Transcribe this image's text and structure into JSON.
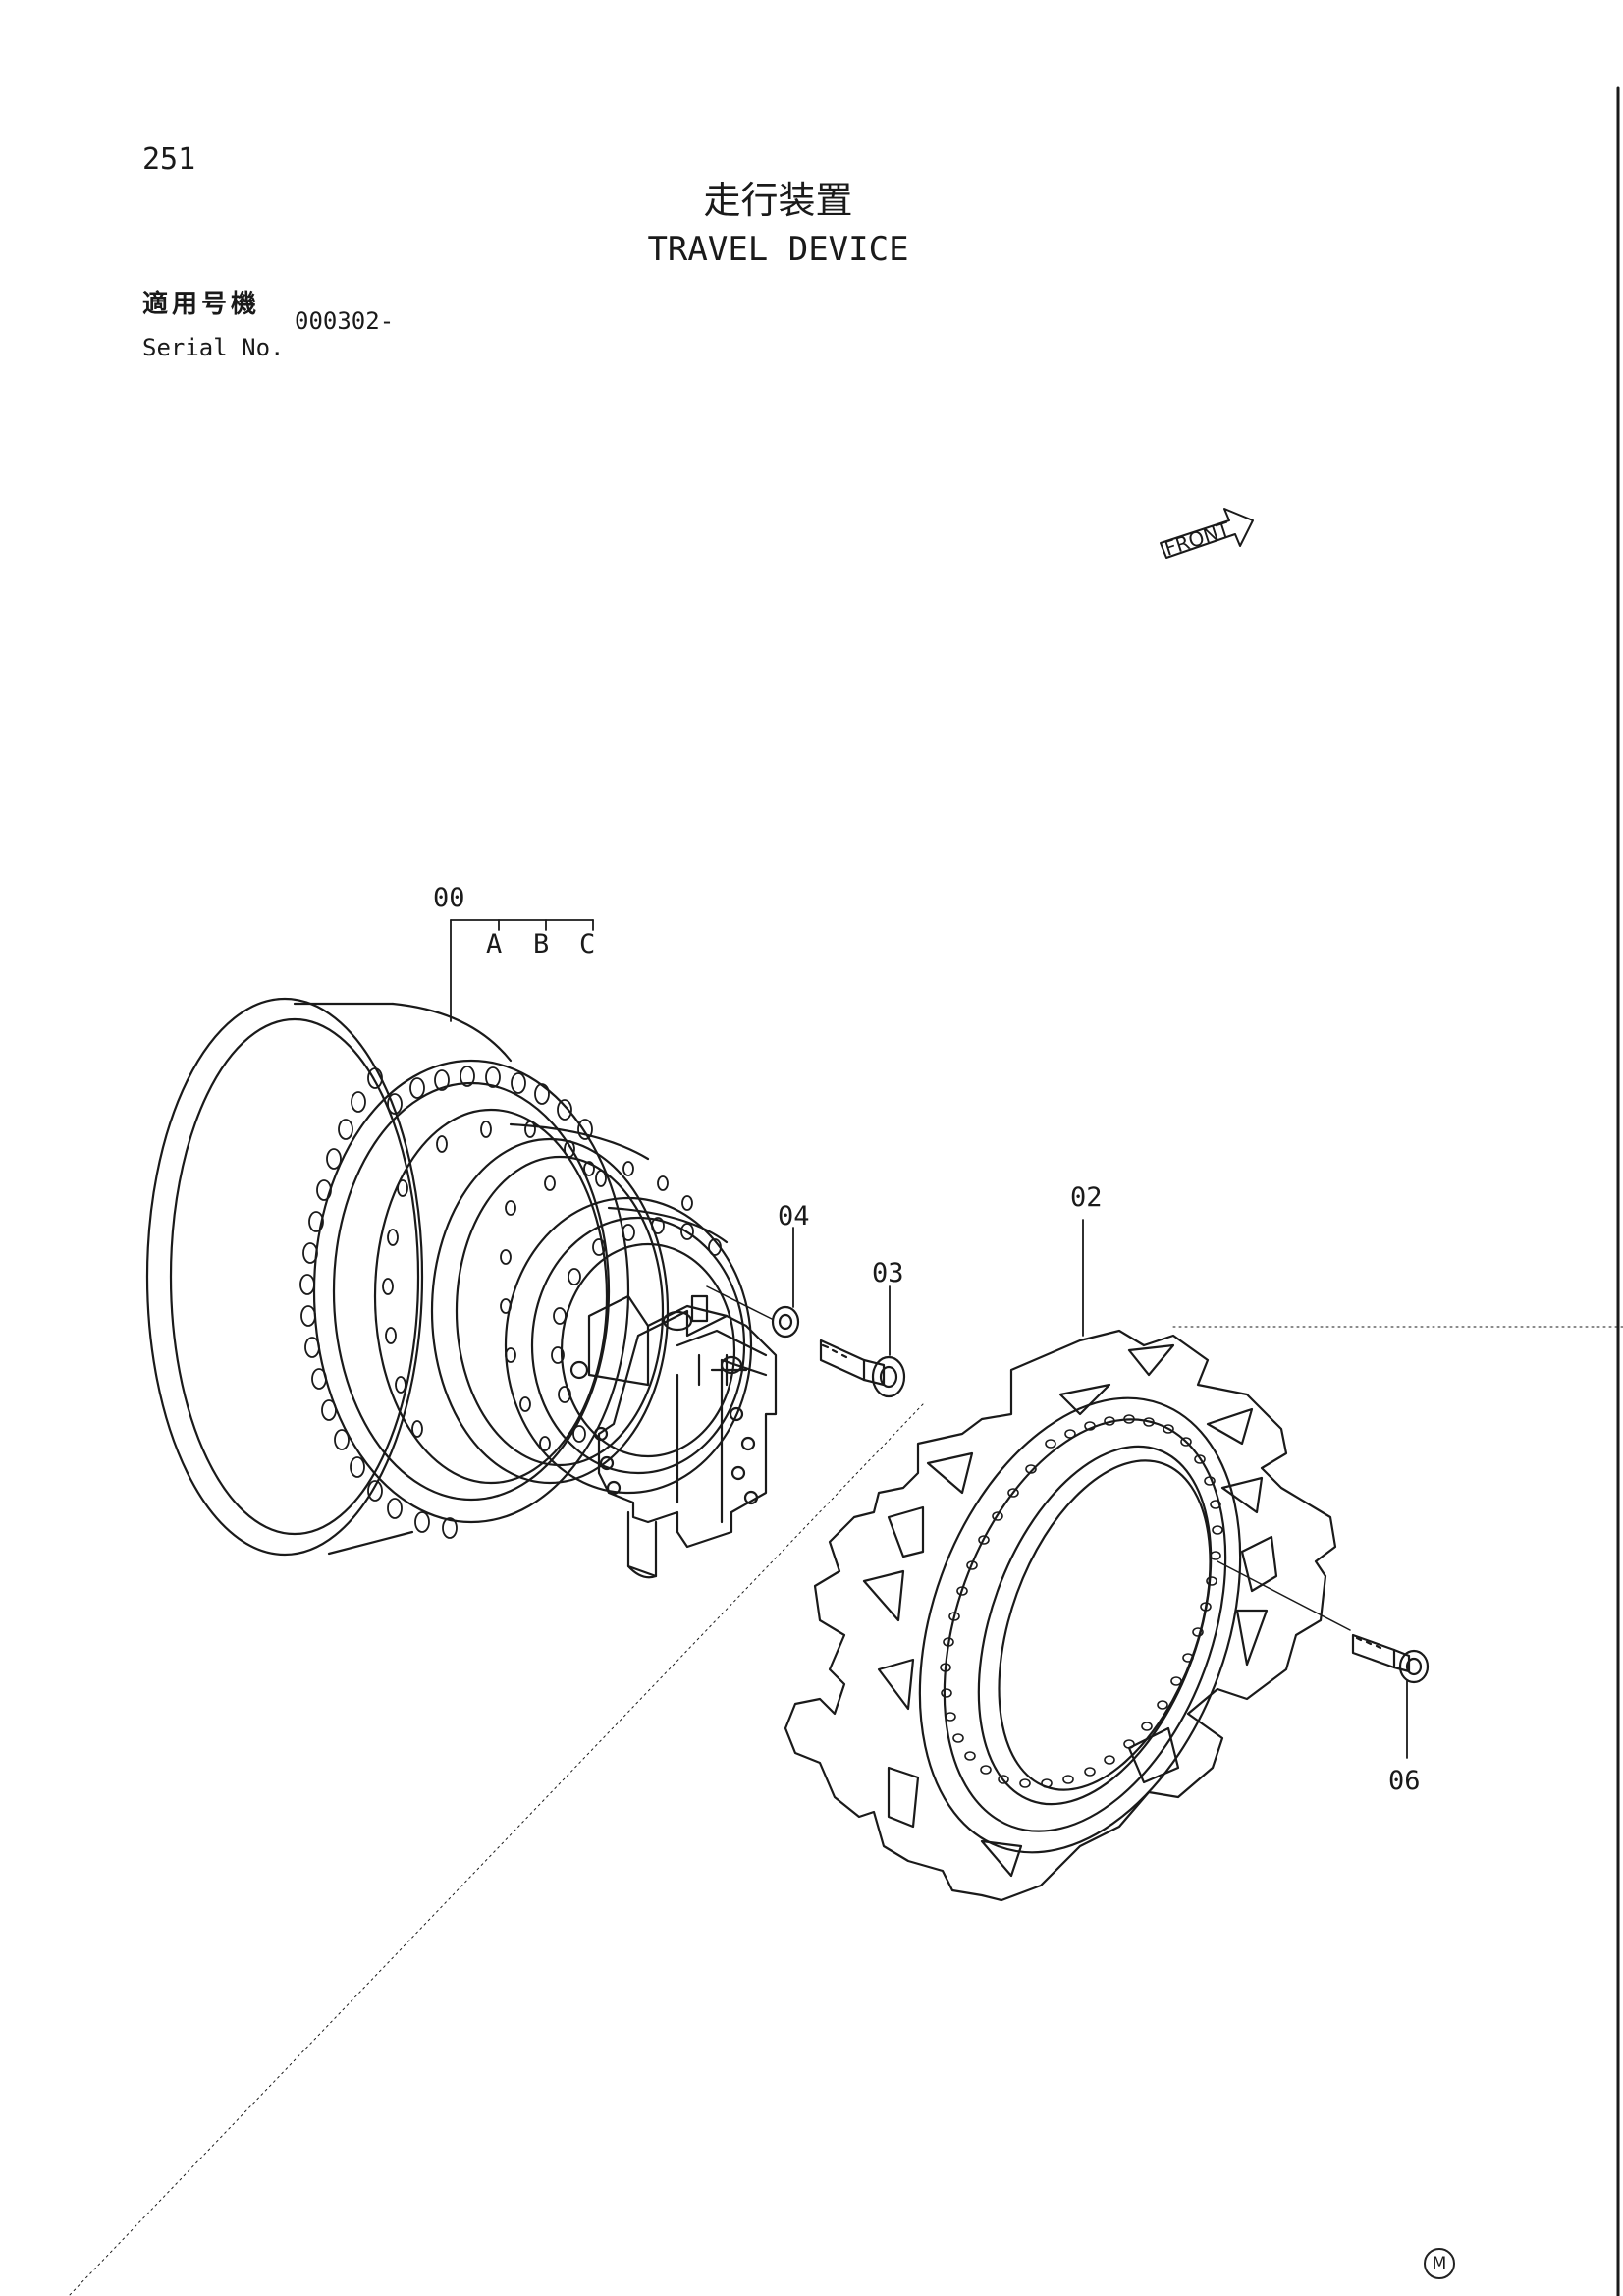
{
  "page_number": "251",
  "title_jp": "走行装置",
  "title_en": "TRAVEL DEVICE",
  "serial": {
    "label_jp": "適用号機",
    "label_en": "Serial No.",
    "value": "000302-"
  },
  "front_label": "FRONT",
  "callouts": {
    "assembly": "00",
    "variant_a": "A",
    "variant_b": "B",
    "variant_c": "C",
    "washer": "04",
    "bolt": "03",
    "sprocket": "02",
    "sprocket_bolt": "06"
  },
  "mark": "M"
}
